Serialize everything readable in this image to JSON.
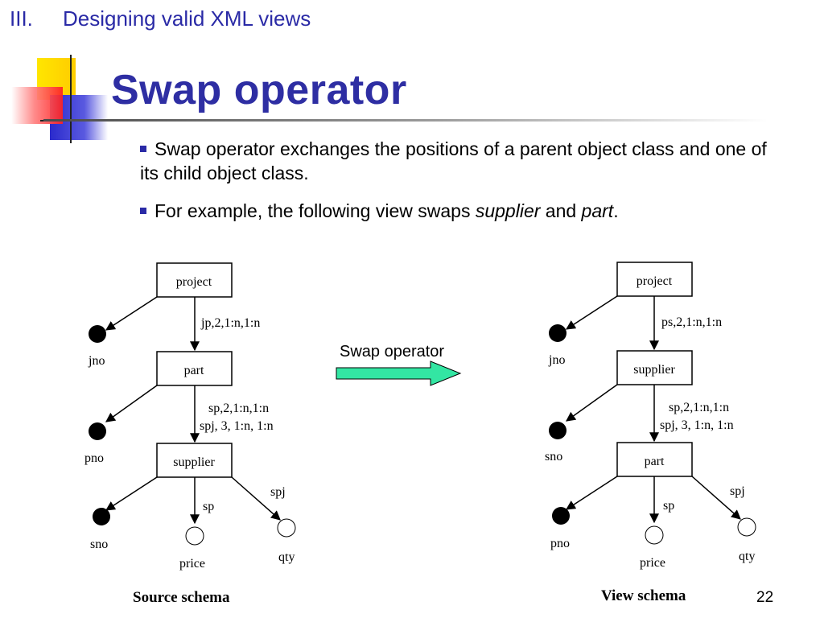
{
  "header": {
    "section_number": "III.",
    "section_title": "Designing valid XML views"
  },
  "title": "Swap operator",
  "bullets": {
    "b1_text": "Swap operator exchanges the positions of a parent object class and one of its child object class.",
    "b2_prefix": "For example, the following view swaps ",
    "b2_em1": "supplier",
    "b2_mid": " and ",
    "b2_em2": "part",
    "b2_suffix": "."
  },
  "arrow_label": "Swap operator",
  "source": {
    "caption": "Source schema",
    "box_top": "project",
    "box_mid": "part",
    "box_bot": "supplier",
    "edge1": "jp,2,1:n,1:n",
    "edge2a": "sp,2,1:n,1:n",
    "edge2b": "spj, 3, 1:n, 1:n",
    "attr1": "jno",
    "attr2": "pno",
    "attr3": "sno",
    "attr4": "price",
    "attr5": "qty",
    "label_sp": "sp",
    "label_spj": "spj"
  },
  "view": {
    "caption": "View schema",
    "box_top": "project",
    "box_mid": "supplier",
    "box_bot": "part",
    "edge1": "ps,2,1:n,1:n",
    "edge2a": "sp,2,1:n,1:n",
    "edge2b": "spj, 3, 1:n, 1:n",
    "attr1": "jno",
    "attr2": "sno",
    "attr3": "pno",
    "attr4": "price",
    "attr5": "qty",
    "label_sp": "sp",
    "label_spj": "spj"
  },
  "page_number": "22",
  "colors": {
    "title_blue": "#2e2ea3",
    "bullet_blue": "#2a2aa6",
    "arrow_fill": "#33e6a3",
    "logo_yellow": "#ffd700",
    "logo_red": "#ff3b3b",
    "logo_blue": "#3333cc"
  }
}
